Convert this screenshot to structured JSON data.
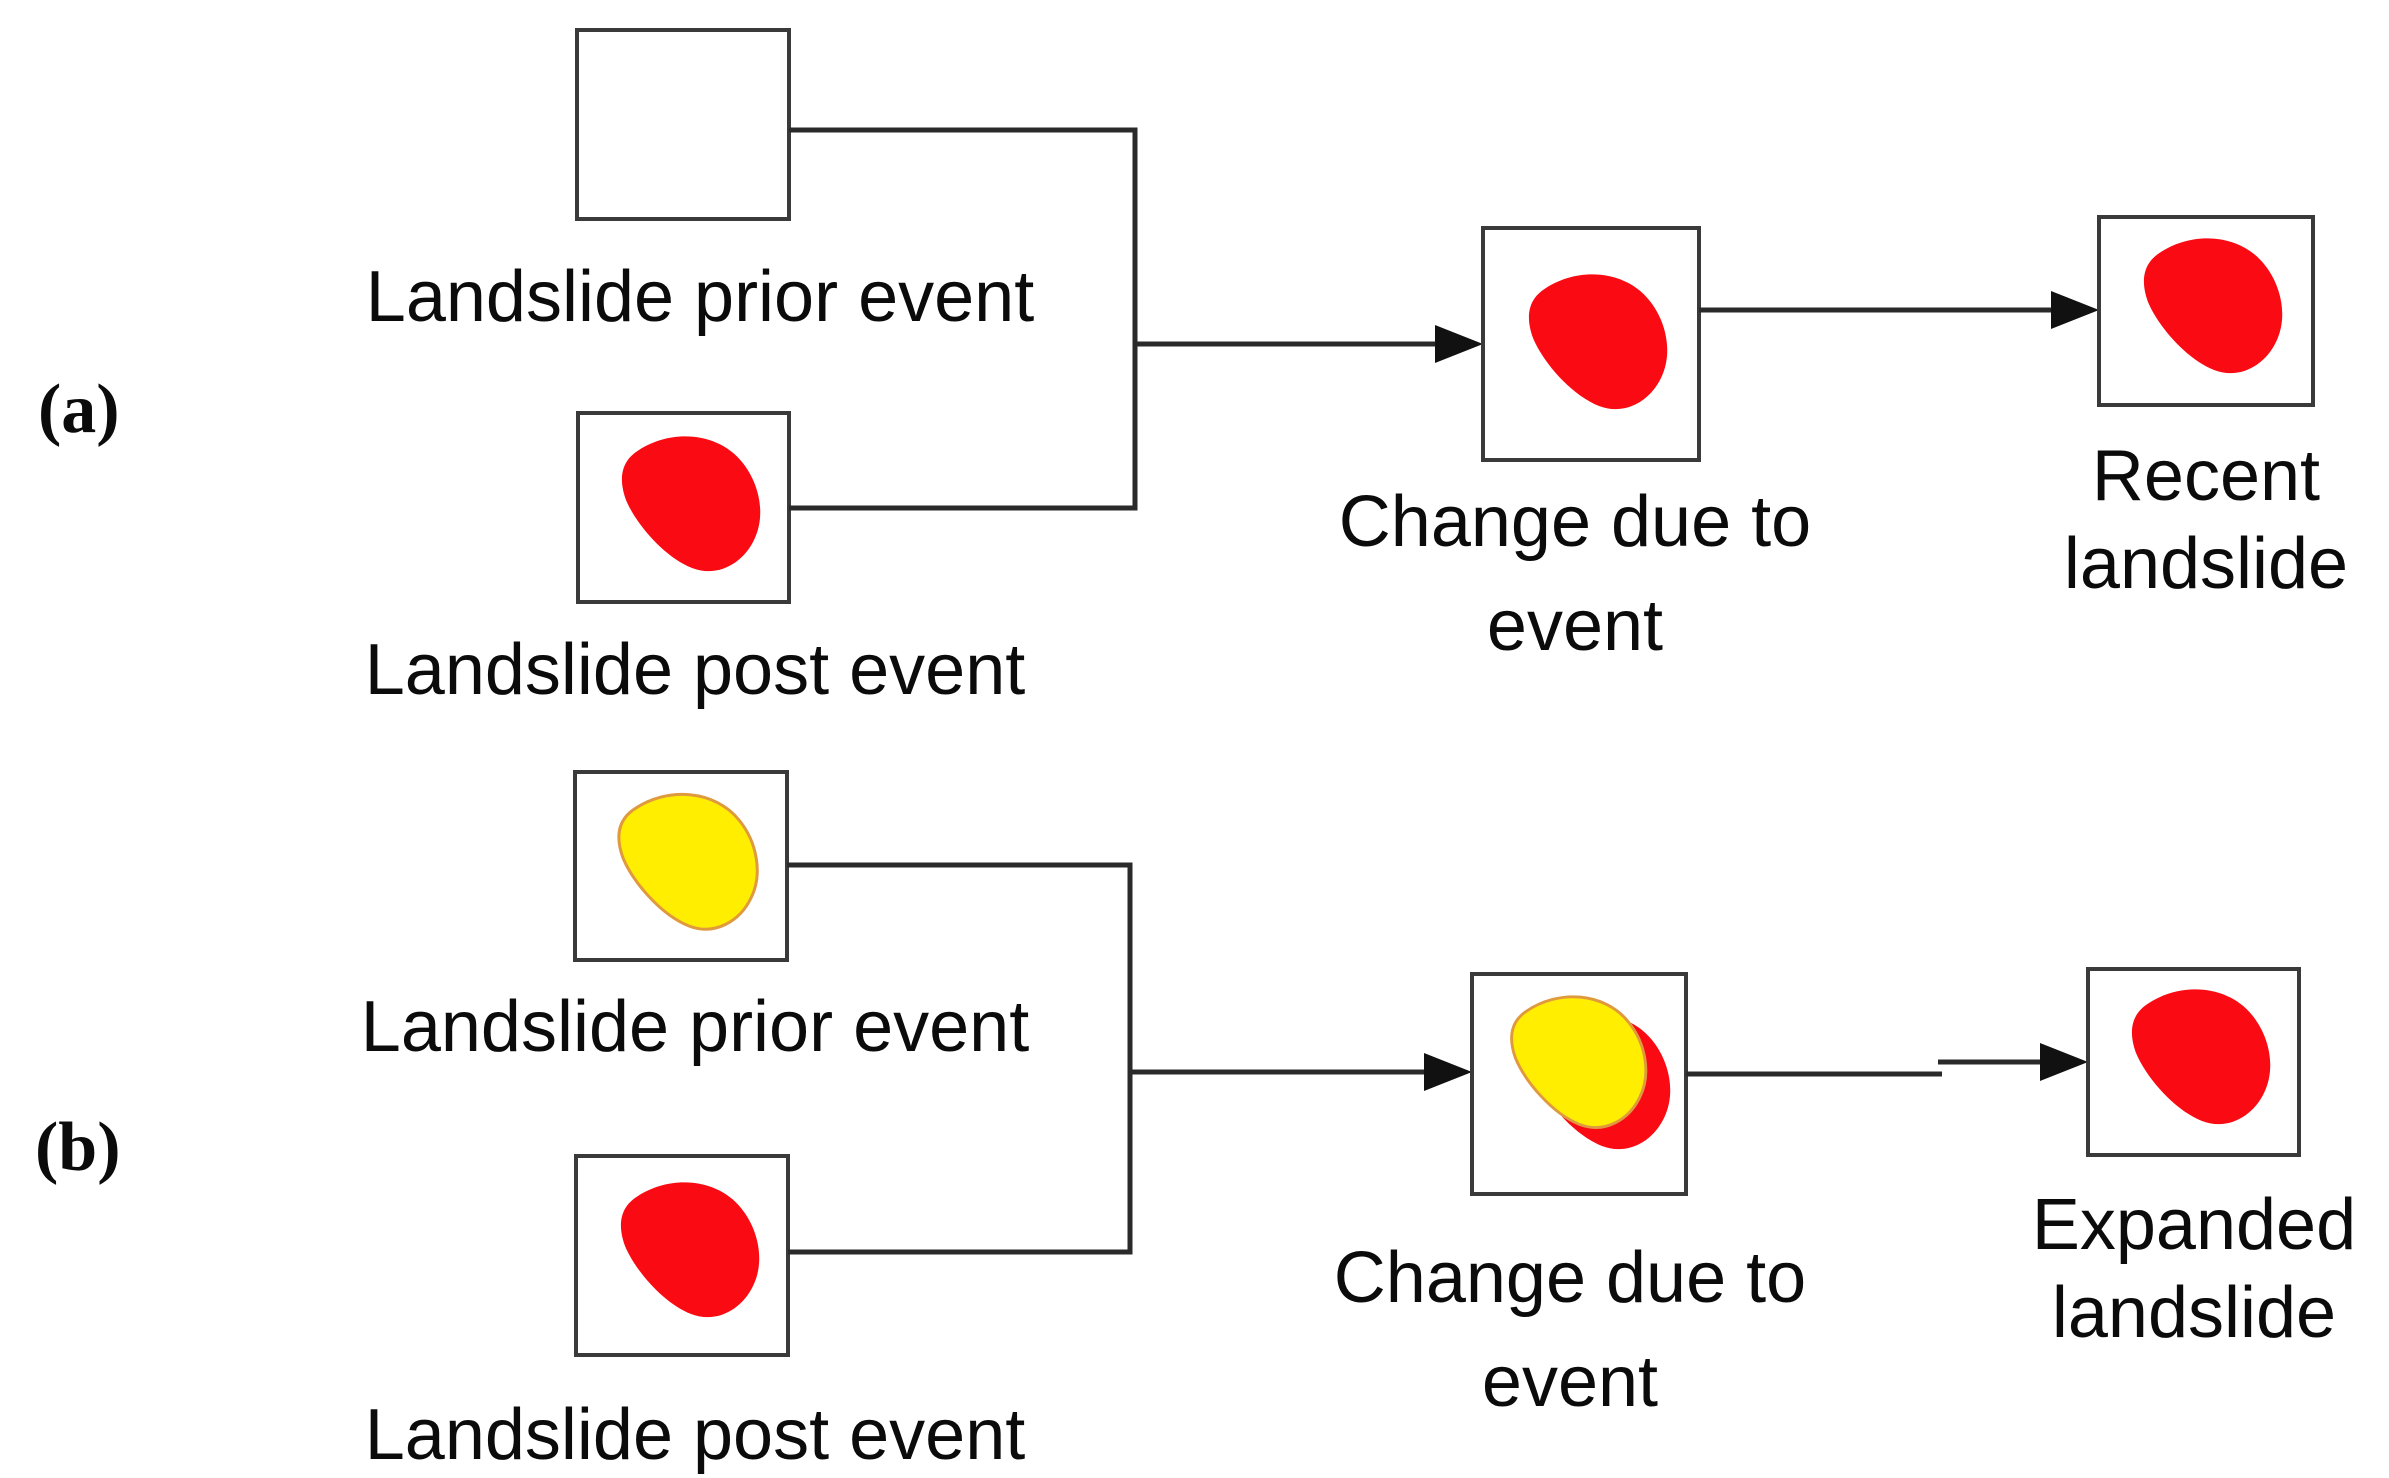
{
  "figure": {
    "colors": {
      "landslide_red": "#fa0a12",
      "landslide_yellow": "#ffee00",
      "yellow_outline": "#e09a3e",
      "box_border": "#3a3a3a",
      "line_black": "#2a2a2a"
    },
    "panels": [
      {
        "label": "(a)",
        "prior_box": {
          "label": "Landslide prior event",
          "content": "empty"
        },
        "post_box": {
          "label": "Landslide post event",
          "content": "red-landslide-blob"
        },
        "change_box": {
          "label_line1": "Change due to",
          "label_line2": "event",
          "content": "red-landslide-blob"
        },
        "result_box": {
          "label_line1": "Recent",
          "label_line2": "landslide",
          "content": "red-landslide-blob"
        }
      },
      {
        "label": "(b)",
        "prior_box": {
          "label": "Landslide prior event",
          "content": "yellow-landslide-blob"
        },
        "post_box": {
          "label": "Landslide post event",
          "content": "red-landslide-blob"
        },
        "change_box": {
          "label_line1": "Change due to",
          "label_line2": "event",
          "content": "yellow-over-red-landslide-blob"
        },
        "result_box": {
          "label_line1": "Expanded",
          "label_line2": "landslide",
          "content": "red-landslide-blob"
        }
      }
    ]
  }
}
